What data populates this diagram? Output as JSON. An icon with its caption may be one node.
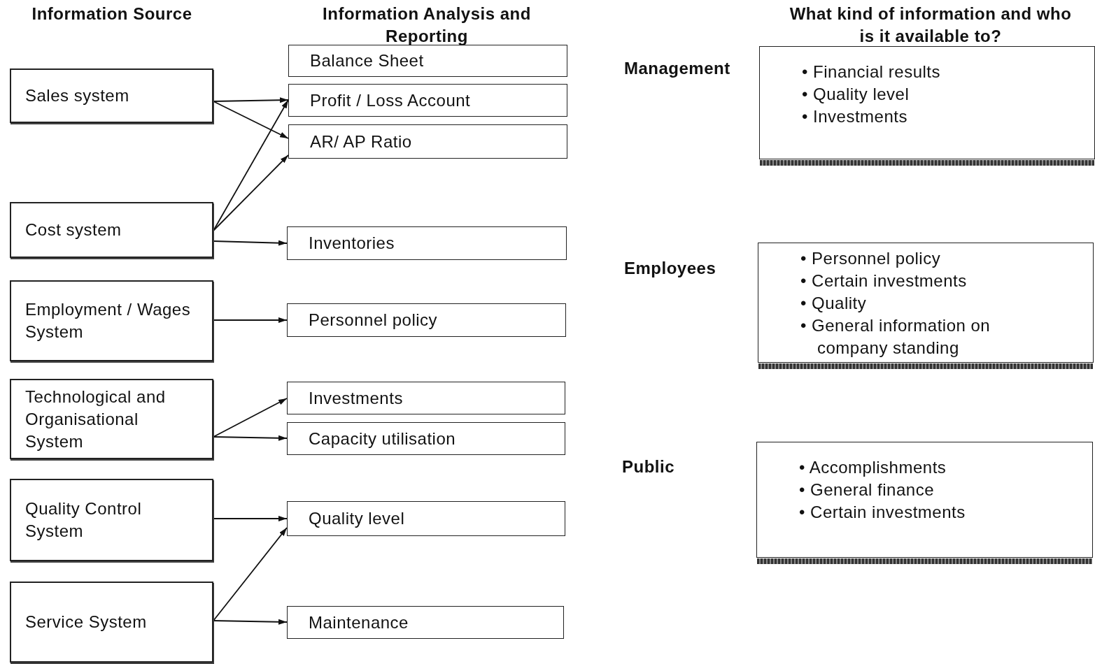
{
  "diagram": {
    "nodes": [
      {
        "text": [
          "Sales system"
        ]
      },
      {
        "text": [
          "Cost system"
        ]
      },
      {
        "text": [
          "Employment / Wages System"
        ]
      },
      {
        "text": [
          "Technological and Organisational System"
        ]
      },
      {
        "text": [
          "Quality Control System"
        ]
      },
      {
        "text": [
          "Service System"
        ]
      },
      {
        "text": [
          "Balance Sheet"
        ]
      },
      {
        "text": [
          "Profit / Loss Account"
        ]
      },
      {
        "text": [
          "AR/ AP Ratio"
        ]
      },
      {
        "text": [
          "Inventories"
        ]
      },
      {
        "text": [
          "Personnel policy"
        ]
      },
      {
        "text": [
          "Investments"
        ]
      },
      {
        "text": [
          "Capacity utilisation"
        ]
      },
      {
        "text": [
          "Quality level"
        ]
      },
      {
        "text": [
          "Maintenance"
        ]
      },
      {
        "text": [
          "• Financial results",
          "• Quality level",
          "• Investments"
        ]
      },
      {
        "text": [
          "• Personnel policy",
          "• Certain investments",
          "• Quality",
          "• General information on company standing"
        ]
      },
      {
        "text": [
          "• Accomplishments",
          "• General finance",
          "• Certain investments"
        ]
      }
    ],
    "edges": [
      {
        "from": 0,
        "to": 7,
        "arrow": "to"
      },
      {
        "from": 0,
        "to": 8,
        "arrow": "to"
      },
      {
        "from": 1,
        "to": 7,
        "arrow": "to"
      },
      {
        "from": 1,
        "to": 8,
        "arrow": "to"
      },
      {
        "from": 1,
        "to": 9,
        "arrow": "to"
      },
      {
        "from": 2,
        "to": 10,
        "arrow": "to"
      },
      {
        "from": 3,
        "to": 11,
        "arrow": "to"
      },
      {
        "from": 3,
        "to": 12,
        "arrow": "to"
      },
      {
        "from": 4,
        "to": 13,
        "arrow": "to"
      },
      {
        "from": 5,
        "to": 13,
        "arrow": "to"
      },
      {
        "from": 5,
        "to": 14,
        "arrow": "to"
      }
    ],
    "labels": [
      "Information Source",
      "Information Analysis and Reporting",
      "What kind of information and who is it available to?",
      "Management",
      "Employees",
      "Public"
    ]
  }
}
